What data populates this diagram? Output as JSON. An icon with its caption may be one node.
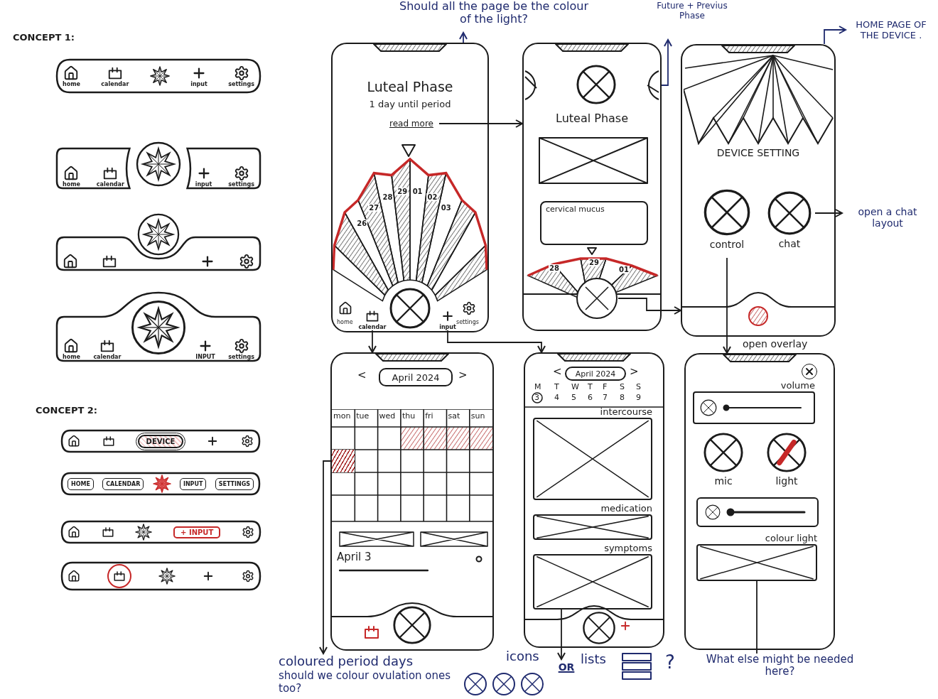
{
  "diagram": {
    "nodes": [
      {
        "text": [
          "home",
          "calendar",
          "input",
          "settings"
        ]
      },
      {
        "text": [
          "home",
          "calendar",
          "input",
          "settings"
        ]
      },
      {
        "text": [],
        "shape": "bar"
      },
      {
        "text": [
          "home",
          "calendar",
          "INPUT",
          "settings"
        ]
      },
      {
        "text": [
          "DEVICE"
        ]
      },
      {
        "text": [
          "HOME",
          "CALENDAR",
          "INPUT",
          "SETTINGS"
        ]
      },
      {
        "text": [
          "+ INPUT"
        ]
      },
      {
        "text": [],
        "shape": "bar"
      },
      {
        "text": [
          "Should all the page be the colour of the light?"
        ]
      },
      {
        "text": [
          "Future + Previus Phase"
        ]
      },
      {
        "text": [
          "HOME PAGE OF THE DEVICE ."
        ]
      },
      {
        "text": [
          "Luteal Phase",
          "1 day until period"
        ]
      },
      {
        "text": [
          "read more"
        ],
        "in": 11
      },
      {
        "text": [
          "calendar"
        ],
        "in": 11
      },
      {
        "text": [
          "input"
        ],
        "in": 11
      },
      {
        "text": [
          "Luteal Phase"
        ]
      },
      {
        "text": [],
        "shape": "circle",
        "in": 15
      },
      {
        "text": [],
        "shape": "circle",
        "in": 15
      },
      {
        "text": [
          "cervical mucus"
        ],
        "in": 15
      },
      {
        "text": [],
        "shape": "circle",
        "in": 15
      },
      {
        "text": [
          "DEVICE SETTING"
        ]
      },
      {
        "text": [
          "control"
        ],
        "in": 20
      },
      {
        "text": [
          "chat"
        ],
        "in": 20
      },
      {
        "text": [
          "open a chat layout"
        ]
      },
      {
        "text": [
          "April 2024"
        ]
      },
      {
        "text": [],
        "shape": "box",
        "in": 24
      },
      {
        "text": [
          "April 2024"
        ]
      },
      {
        "text": [
          "intercourse"
        ],
        "in": 26
      },
      {
        "text": [
          "medication"
        ],
        "in": 26
      },
      {
        "text": [
          "symptoms"
        ],
        "in": 26
      },
      {
        "text": [],
        "shape": "box"
      },
      {
        "text": [
          "volume"
        ],
        "in": 30
      },
      {
        "text": [
          "mic"
        ],
        "in": 30
      },
      {
        "text": [
          "light"
        ],
        "in": 30
      },
      {
        "text": [],
        "shape": "box",
        "in": 30
      },
      {
        "text": [
          "colour light"
        ],
        "in": 30
      },
      {
        "text": [
          "coloured period days",
          "should we colour ovulation ones too?"
        ]
      },
      {
        "text": [
          "OR"
        ]
      },
      {
        "text": [
          "What else might be needed here?"
        ]
      }
    ],
    "edges": [
      {
        "from": 11,
        "to": 8,
        "arrow": "to",
        "color": "#1f2a6e"
      },
      {
        "from": 17,
        "to": 9,
        "arrow": "to",
        "color": "#1f2a6e"
      },
      {
        "from": 20,
        "to": 10,
        "arrow": "to",
        "color": "#1f2a6e"
      },
      {
        "from": 12,
        "to": 15,
        "arrow": "to"
      },
      {
        "from": 13,
        "to": 24,
        "arrow": "to"
      },
      {
        "from": 14,
        "to": 26,
        "arrow": "to"
      },
      {
        "from": 19,
        "to": 20,
        "arrow": "to"
      },
      {
        "from": 22,
        "to": 23,
        "arrow": "to"
      },
      {
        "from": 21,
        "to": 30,
        "arrow": "to",
        "label": "open overlay"
      },
      {
        "from": 25,
        "to": 36,
        "arrow": "to"
      },
      {
        "from": 29,
        "to": 37,
        "arrow": "to"
      },
      {
        "from": 35,
        "to": 38,
        "arrow": "none"
      }
    ],
    "labels": [
      "CONCEPT 1:",
      "CONCEPT 2:",
      "home",
      "settings",
      "26",
      "27",
      "28",
      "29",
      "01",
      "02",
      "03",
      "28",
      "29",
      "01",
      "<",
      ">",
      "mon",
      "tue",
      "wed",
      "thu",
      "fri",
      "sat",
      "sun",
      "April 3",
      "<",
      ">",
      "M",
      "T",
      "W",
      "T",
      "F",
      "S",
      "S",
      "3",
      "4",
      "5",
      "6",
      "7",
      "8",
      "9",
      "icons",
      "lists",
      "?"
    ]
  }
}
